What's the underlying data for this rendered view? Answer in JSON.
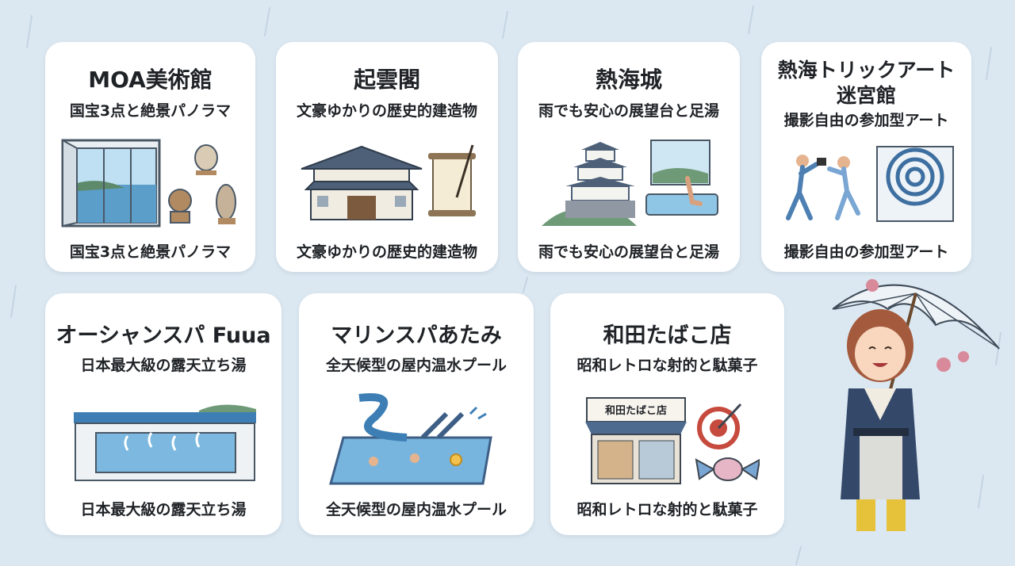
{
  "cards": [
    {
      "title": "MOA美術館",
      "subtitle": "国宝3点と絶景パノラマ",
      "caption": "国宝3点と絶景パノラマ",
      "illustration": "museum-window-icon"
    },
    {
      "title": "起雲閣",
      "subtitle": "文豪ゆかりの歴史的建造物",
      "caption": "文豪ゆかりの歴史的建造物",
      "illustration": "historic-building-icon"
    },
    {
      "title": "熱海城",
      "subtitle": "雨でも安心の展望台と足湯",
      "caption": "雨でも安心の展望台と足湯",
      "illustration": "castle-icon"
    },
    {
      "title_line1": "熱海トリックアート",
      "title_line2": "迷宮館",
      "subtitle": "撮影自由の参加型アート",
      "caption": "撮影自由の参加型アート",
      "illustration": "trick-art-icon"
    },
    {
      "title": "オーシャンスパ Fuua",
      "subtitle": "日本最大級の露天立ち湯",
      "caption": "日本最大級の露天立ち湯",
      "illustration": "outdoor-bath-icon"
    },
    {
      "title": "マリンスパあたみ",
      "subtitle": "全天候型の屋内温水プール",
      "caption": "全天候型の屋内温水プール",
      "illustration": "water-slide-pool-icon"
    },
    {
      "title": "和田たばこ店",
      "subtitle": "昭和レトロな射的と駄菓子",
      "caption": "昭和レトロな射的と駄菓子",
      "illustration": "retro-shop-icon",
      "shop_sign": "和田たばこ店"
    }
  ],
  "colors": {
    "background": "#dce8f1",
    "card": "#ffffff",
    "ink": "#1f2226",
    "accent": "#3b5f86"
  }
}
